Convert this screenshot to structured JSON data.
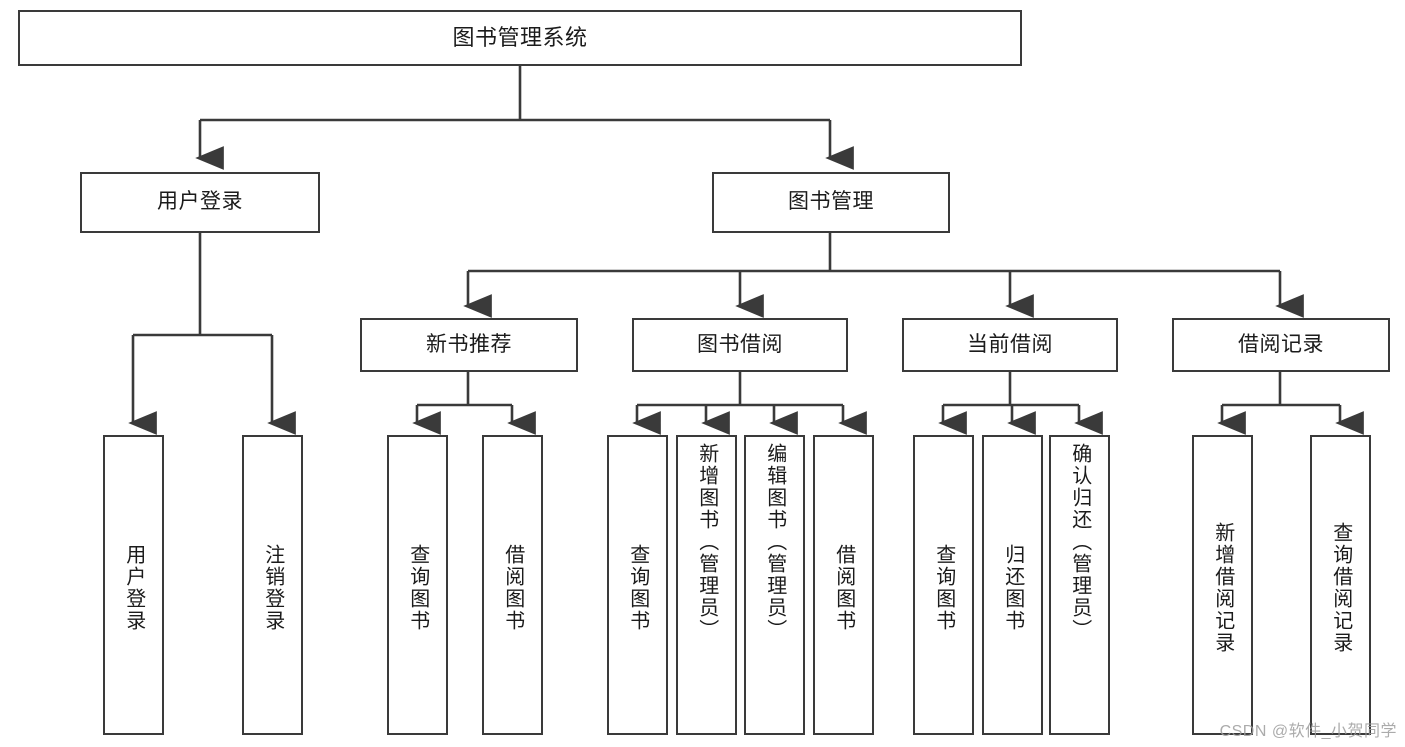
{
  "diagram": {
    "title": "图书管理系统",
    "type": "tree",
    "stroke_color": "#3a3a3a",
    "background_color": "#ffffff",
    "text_color": "#1b1b1b",
    "root": {
      "id": "root",
      "label": "图书管理系统"
    },
    "level2": [
      {
        "id": "user-login",
        "label": "用户登录"
      },
      {
        "id": "book-manage",
        "label": "图书管理"
      }
    ],
    "level3": [
      {
        "id": "new-book-rec",
        "label": "新书推荐"
      },
      {
        "id": "book-borrow",
        "label": "图书借阅"
      },
      {
        "id": "current-borrow",
        "label": "当前借阅"
      },
      {
        "id": "borrow-record",
        "label": "借阅记录"
      }
    ],
    "leaves": {
      "user_login": [
        {
          "id": "leaf-user-login",
          "label": "用户登录"
        },
        {
          "id": "leaf-logout",
          "label": "注销登录"
        }
      ],
      "new_book_rec": [
        {
          "id": "leaf-query-book-1",
          "label": "查询图书"
        },
        {
          "id": "leaf-borrow-book-1",
          "label": "借阅图书"
        }
      ],
      "book_borrow": [
        {
          "id": "leaf-query-book-2",
          "label": "查询图书"
        },
        {
          "id": "leaf-add-book",
          "label": "新增图书（管理员）"
        },
        {
          "id": "leaf-edit-book",
          "label": "编辑图书（管理员）"
        },
        {
          "id": "leaf-borrow-book-2",
          "label": "借阅图书"
        }
      ],
      "current_borrow": [
        {
          "id": "leaf-query-book-3",
          "label": "查询图书"
        },
        {
          "id": "leaf-return-book",
          "label": "归还图书"
        },
        {
          "id": "leaf-confirm-return",
          "label": "确认归还（管理员）"
        }
      ],
      "borrow_record": [
        {
          "id": "leaf-add-record",
          "label": "新增借阅记录"
        },
        {
          "id": "leaf-query-record",
          "label": "查询借阅记录"
        }
      ]
    }
  },
  "watermark": {
    "text": "CSDN @软件_小贺同学"
  }
}
